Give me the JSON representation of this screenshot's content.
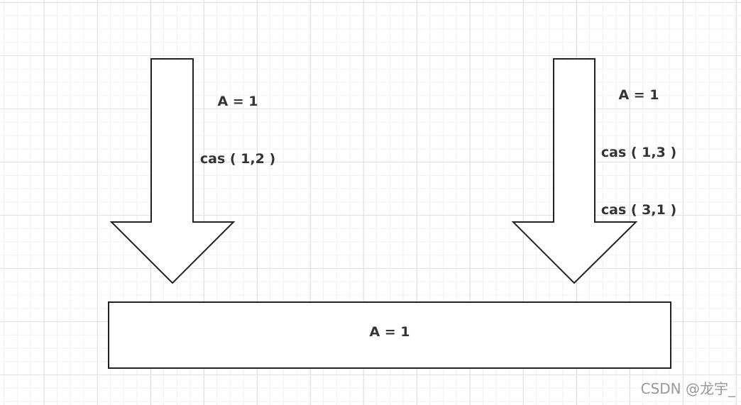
{
  "left_arrow": {
    "lines": [
      "A = 1",
      "cas ( 1,2 )"
    ]
  },
  "right_arrow": {
    "lines": [
      "A = 1",
      "cas ( 1,3 )",
      "cas ( 3,1 )"
    ]
  },
  "memory_box": {
    "label": "A = 1"
  },
  "watermark": "CSDN @龙宇_"
}
